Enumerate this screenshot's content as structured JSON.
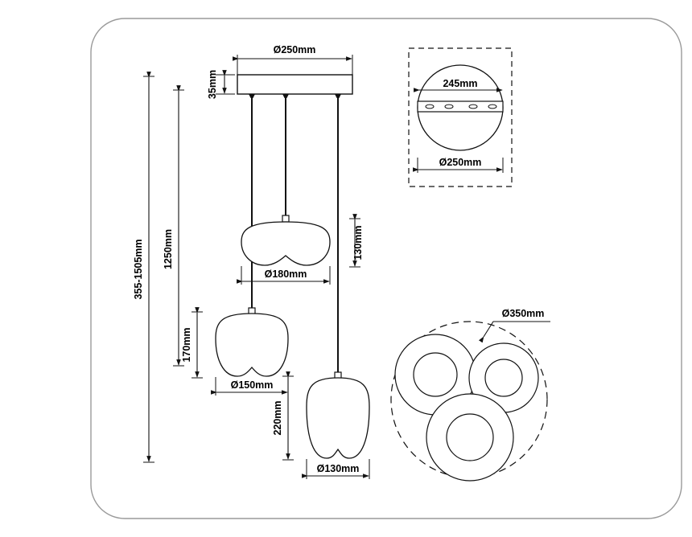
{
  "document": {
    "type": "technical-dimension-drawing",
    "subject": "3-light cluster pendant lamp",
    "units": "mm",
    "line_color": "#1a1a1a",
    "frame_color": "#9a9a9a",
    "background": "#ffffff"
  },
  "dimensions": {
    "canopy_diameter": "Ø250mm",
    "canopy_height": "35mm",
    "overall_drop_range": "355-1505mm",
    "cable_length": "1250mm",
    "shade_a_diameter": "Ø180mm",
    "shade_a_height": "130mm",
    "shade_b_diameter": "Ø150mm",
    "shade_b_height": "170mm",
    "shade_c_diameter": "Ø130mm",
    "shade_c_height": "220mm",
    "bracket_span": "245mm",
    "plate_diameter": "Ø250mm",
    "plan_spread_diameter": "Ø350mm"
  },
  "views": {
    "elevation": {
      "name": "front-elevation-view",
      "canopy_label": "Ø250mm",
      "canopy_thickness_label": "35mm",
      "drop_label": "355-1505mm",
      "cable_label": "1250mm"
    },
    "canopy_detail": {
      "name": "canopy-plate-detail-view",
      "inner_label": "245mm",
      "outer_label": "Ø250mm",
      "slot_count": 4
    },
    "plan": {
      "name": "bottom-plan-view",
      "spread_label": "Ø350mm",
      "shade_count": 3
    }
  },
  "shades": [
    {
      "id": "shade-a",
      "diameter_label": "Ø180mm",
      "height_label": "130mm"
    },
    {
      "id": "shade-b",
      "diameter_label": "Ø150mm",
      "height_label": "170mm"
    },
    {
      "id": "shade-c",
      "diameter_label": "Ø130mm",
      "height_label": "220mm"
    }
  ]
}
